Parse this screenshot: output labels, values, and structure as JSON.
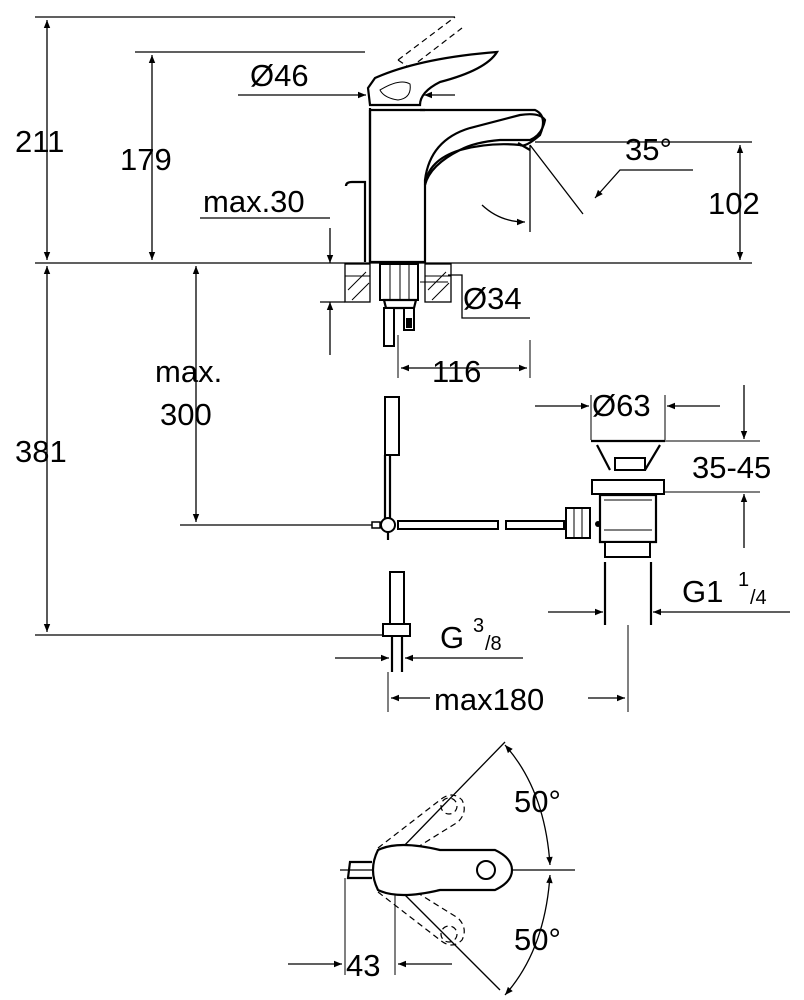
{
  "dimensions": {
    "total_height": "211",
    "spout_height": "179",
    "lever_diameter": "Ø46",
    "max_deck_thickness": "max.30",
    "spout_angle": "35°",
    "outlet_height": "102",
    "shank_diameter": "Ø34",
    "spout_reach": "116",
    "max_300_line1": "max.",
    "max_300_line2": "300",
    "below_deck_height": "381",
    "waste_diameter": "Ø63",
    "waste_height_range": "35-45",
    "waste_thread_main": "G1",
    "waste_thread_num": "1",
    "waste_thread_den": "/4",
    "supply_thread_main": "G",
    "supply_thread_num": "3",
    "supply_thread_den": "/8",
    "max_180": "max180",
    "lever_rotation_top": "50°",
    "lever_rotation_bottom": "50°",
    "lever_offset": "43"
  }
}
